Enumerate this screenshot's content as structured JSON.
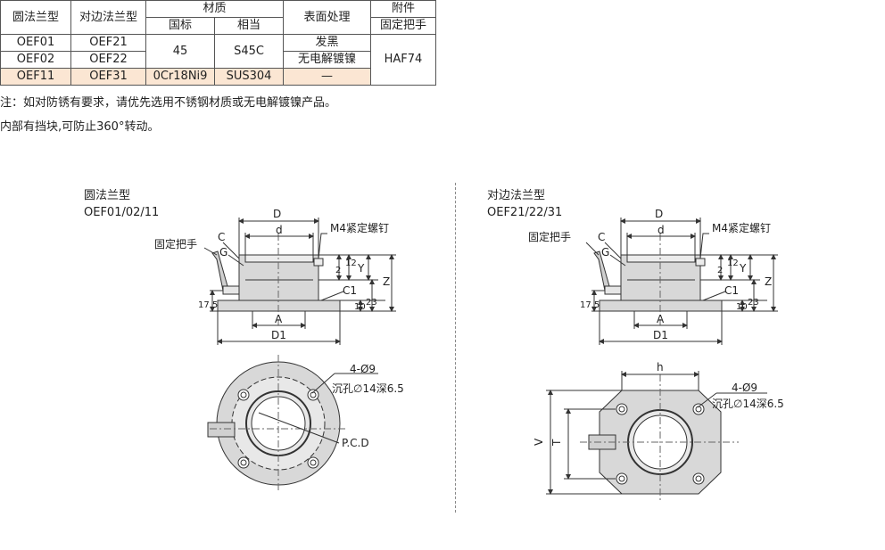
{
  "table": {
    "header": {
      "round_flange": "圆法兰型",
      "opposite_flange": "对边法兰型",
      "material": "材质",
      "national_std": "国标",
      "equivalent": "相当",
      "surface": "表面处理",
      "accessory": "附件",
      "fixed_handle": "固定把手"
    },
    "rows": [
      {
        "round": "OEF01",
        "opposite": "OEF21",
        "surface": "发黑"
      },
      {
        "round": "OEF02",
        "opposite": "OEF22",
        "surface": "无电解镀镍"
      },
      {
        "round": "OEF11",
        "opposite": "OEF31",
        "national": "0Cr18Ni9",
        "equivalent": "SUS304",
        "surface": "—"
      }
    ],
    "merged_national": "45",
    "merged_equivalent": "S45C",
    "merged_accessory": "HAF74"
  },
  "notes": [
    "注：如对防锈有要求，请优先选用不锈钢材质或无电解镀镍产品。",
    "内部有挡块,可防止360°转动。"
  ],
  "left_drawing": {
    "title": "圆法兰型",
    "models": "OEF01/02/11",
    "labels": {
      "D": "D",
      "d": "d",
      "C": "C",
      "G": "G",
      "screw": "M4紧定螺钉",
      "handle": "固定把手",
      "dim_2": "2",
      "dim_12": "12",
      "Y": "Y",
      "Z": "Z",
      "C1": "C1",
      "dim_10": "10",
      "dim_23": "23",
      "dim_17_5": "17.5",
      "A": "A",
      "D1": "D1",
      "holes": "4-Ø9",
      "counterbore": "沉孔∅14深6.5",
      "pcd": "P.C.D"
    }
  },
  "right_drawing": {
    "title": "对边法兰型",
    "models": "OEF21/22/31",
    "labels": {
      "D": "D",
      "d": "d",
      "C": "C",
      "G": "G",
      "screw": "M4紧定螺钉",
      "handle": "固定把手",
      "dim_2": "2",
      "dim_12": "12",
      "Y": "Y",
      "Z": "Z",
      "C1": "C1",
      "dim_10": "10",
      "dim_23": "23",
      "dim_17_5": "17.5",
      "A": "A",
      "D1": "D1",
      "h": "h",
      "holes": "4-Ø9",
      "counterbore": "沉孔∅14深6.5",
      "V": "V",
      "T": "T"
    }
  }
}
